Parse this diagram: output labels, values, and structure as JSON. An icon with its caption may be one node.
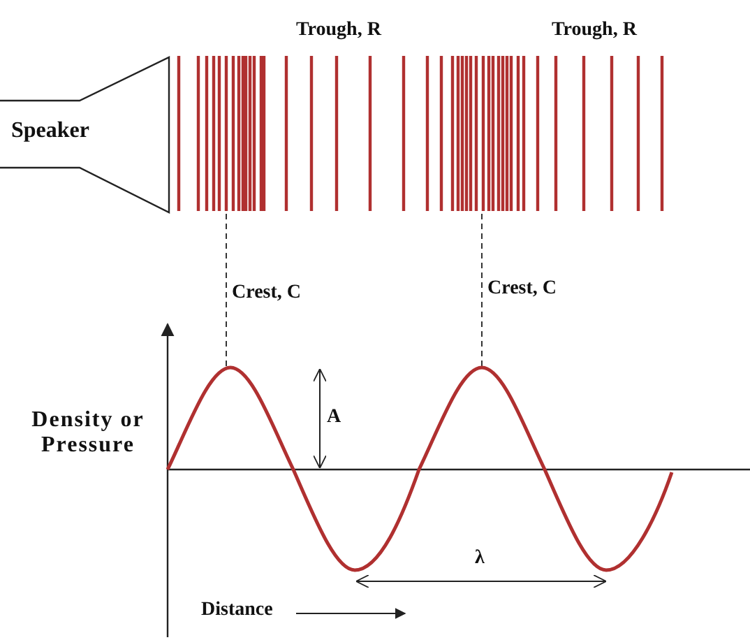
{
  "diagram": {
    "nodes": [
      {
        "text": [
          "Speaker"
        ]
      }
    ],
    "labels": [
      "Trough, R",
      "Trough, R",
      "Crest, C",
      "Crest, C",
      "Density or Pressure",
      "A",
      "λ",
      "Distance"
    ]
  }
}
